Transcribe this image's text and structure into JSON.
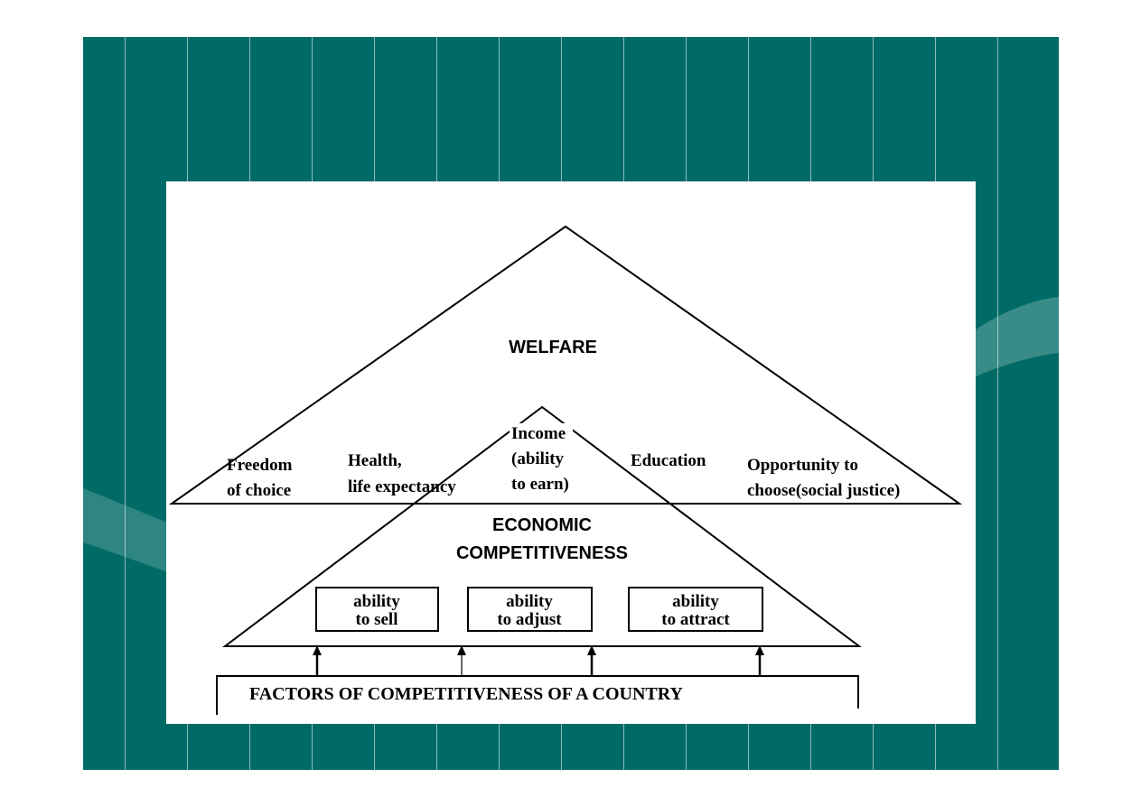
{
  "welfare": {
    "title": "WELFARE",
    "items": [
      {
        "line1": "Freedom",
        "line2": "of choice"
      },
      {
        "line1": "Health,",
        "line2": "life expectancy"
      },
      {
        "line1": "Income",
        "line2": "(ability",
        "line3": "to earn)"
      },
      {
        "line1": "Education"
      },
      {
        "line1": "Opportunity to",
        "line2": "choose(social justice)"
      }
    ]
  },
  "competitiveness": {
    "title_line1": "ECONOMIC",
    "title_line2": "COMPETITIVENESS",
    "abilities": [
      {
        "line1": "ability",
        "line2": "to sell"
      },
      {
        "line1": "ability",
        "line2": "to adjust"
      },
      {
        "line1": "ability",
        "line2": "to attract"
      }
    ]
  },
  "factors": {
    "label": "FACTORS OF COMPETITIVENESS OF A COUNTRY"
  },
  "colors": {
    "background": "#006b66",
    "stripe": "#ffffff",
    "panel": "#ffffff",
    "ink": "#000000"
  }
}
